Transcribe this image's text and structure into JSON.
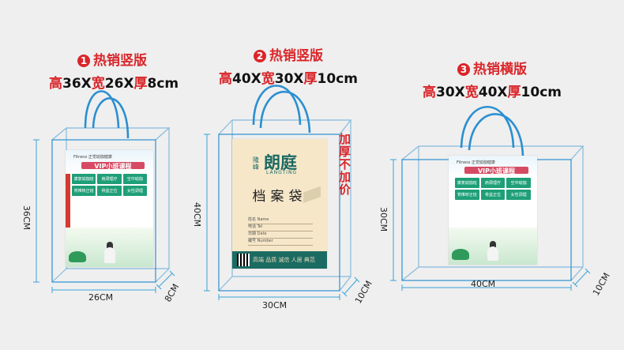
{
  "colors": {
    "accent": "#d9262a",
    "bag_outline": "#2b8fd1",
    "dim_line": "#3aa3d8"
  },
  "bags": [
    {
      "number": "1",
      "type_label": "热销竖版",
      "size_parts": [
        "高",
        "36X",
        "宽",
        "26X",
        "厚",
        "8cm"
      ],
      "height_label": "36CM",
      "width_label": "26CM",
      "depth_label": "8CM"
    },
    {
      "number": "2",
      "type_label": "热销竖版",
      "size_parts": [
        "高",
        "40X",
        "宽",
        "30X",
        "厚",
        "10cm"
      ],
      "height_label": "40CM",
      "width_label": "30CM",
      "depth_label": "10CM",
      "side_note": "加厚不加价"
    },
    {
      "number": "3",
      "type_label": "热销横版",
      "size_parts": [
        "高",
        "30X",
        "宽",
        "40X",
        "厚",
        "10cm"
      ],
      "height_label": "30CM",
      "width_label": "40CM",
      "depth_label": "10CM"
    }
  ],
  "flyer": {
    "brand": "Fitness 正觉瑜伽健康",
    "banner": "VIP小班课程",
    "cells": [
      "康复瑜伽班",
      "肩颈理疗",
      "空中瑜伽",
      "脊椎矫正班",
      "骨盆正位",
      "女性调理"
    ]
  },
  "file_pocket": {
    "brand_small": "隆峰",
    "brand_name": "朗庭",
    "brand_en": "LANGTING",
    "main_text": "档案袋",
    "rows": [
      "姓名 Name",
      "电话 Tel",
      "日期 Date",
      "编号 Number"
    ],
    "footer": "高端 品质 诚信 人居 典范"
  }
}
